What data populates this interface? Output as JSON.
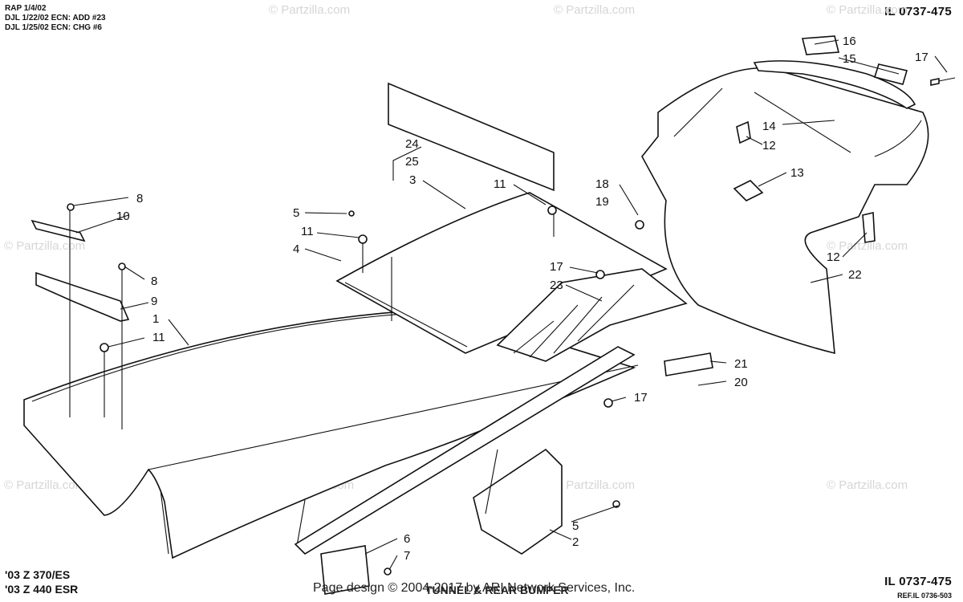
{
  "revision_notes": [
    "RAP 1/4/02",
    "DJL 1/22/02 ECN: ADD #23",
    "DJL 1/25/02 ECN: CHG #6"
  ],
  "illustration_id_top": "IL 0737-475",
  "illustration_id_bottom": "IL 0737-475",
  "reference": "REF.IL 0736-503",
  "models": [
    "'03 Z 370/ES",
    "'03 Z 440 ESR"
  ],
  "footer": {
    "copyright": "Page design © 2004-2017 by ARI Network Services, Inc.",
    "diagram_title": "TUNNEL & REAR BUMPER"
  },
  "watermark": "© Partzilla.com",
  "callouts": [
    "16",
    "15",
    "17",
    "14",
    "12",
    "13",
    "12",
    "22",
    "24",
    "25",
    "3",
    "11",
    "18",
    "19",
    "5",
    "11",
    "4",
    "17",
    "23",
    "8",
    "10",
    "8",
    "9",
    "1",
    "11",
    "21",
    "20",
    "17",
    "6",
    "7",
    "5",
    "2"
  ]
}
